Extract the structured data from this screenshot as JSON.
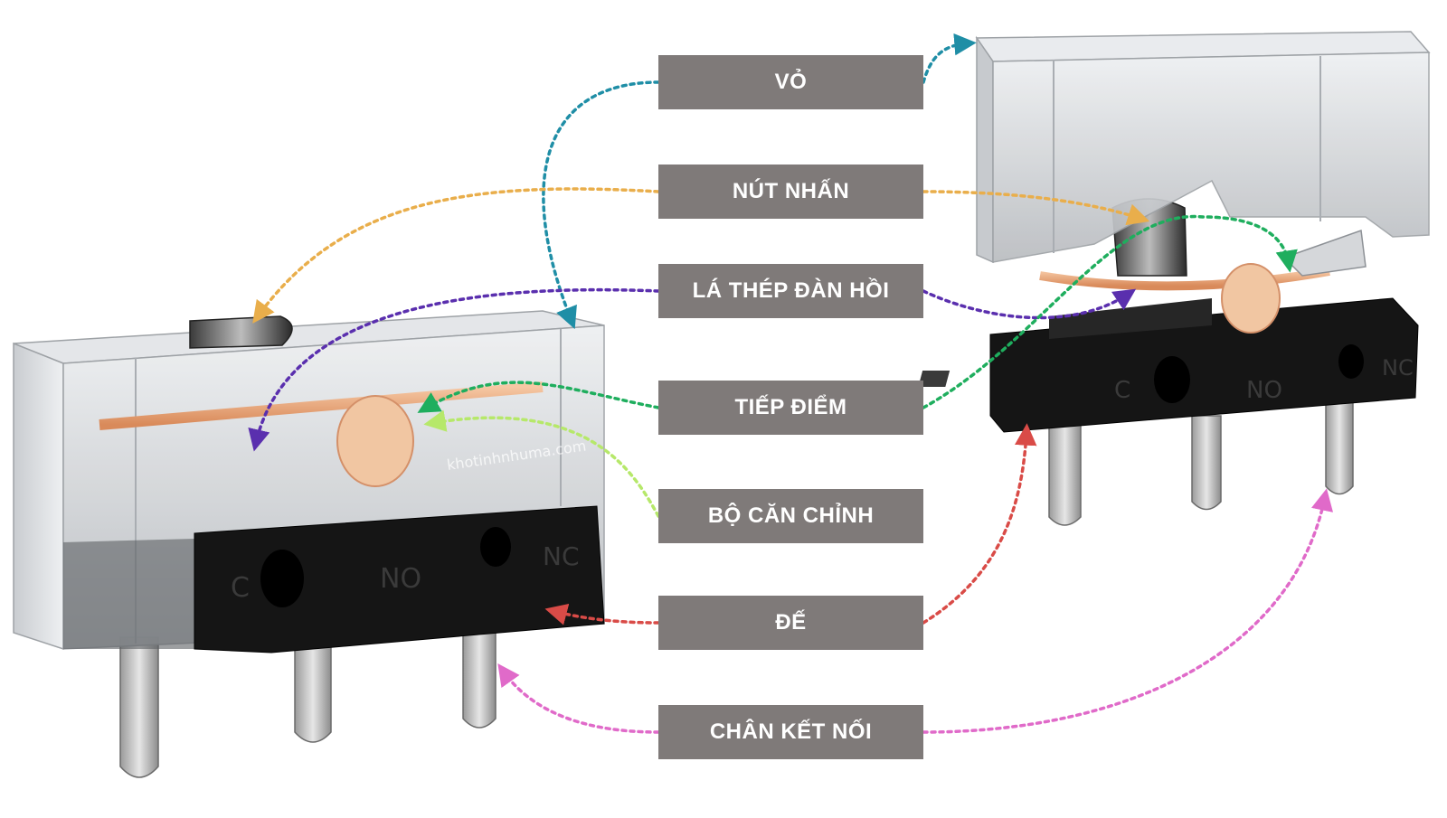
{
  "labels": [
    {
      "id": "vo",
      "text": "VỎ",
      "color": "#1f8ea6"
    },
    {
      "id": "nut-nhan",
      "text": "NÚT NHẤN",
      "color": "#e9ae4b"
    },
    {
      "id": "la-thep",
      "text": "LÁ THÉP ĐÀN HỒI",
      "color": "#5a2fae"
    },
    {
      "id": "tiep-diem",
      "text": "TIẾP ĐIỂM",
      "color": "#1fae5e"
    },
    {
      "id": "bo-can-chinh",
      "text": "BỘ CĂN CHỈNH",
      "color": "#b6e86a"
    },
    {
      "id": "de",
      "text": "ĐẾ",
      "color": "#d94b47"
    },
    {
      "id": "chan-ket-noi",
      "text": "CHÂN KẾT NỐI",
      "color": "#e06ac9"
    }
  ],
  "watermark": "khotinhnhuma.com",
  "switch_markings": {
    "common": "C",
    "no": "NO",
    "nc": "NC"
  },
  "colors": {
    "box": "#7f7a79",
    "housing": "#d6d8db",
    "base": "#111111",
    "pin": "#c8c8c8",
    "copper": "#e8a27a"
  }
}
